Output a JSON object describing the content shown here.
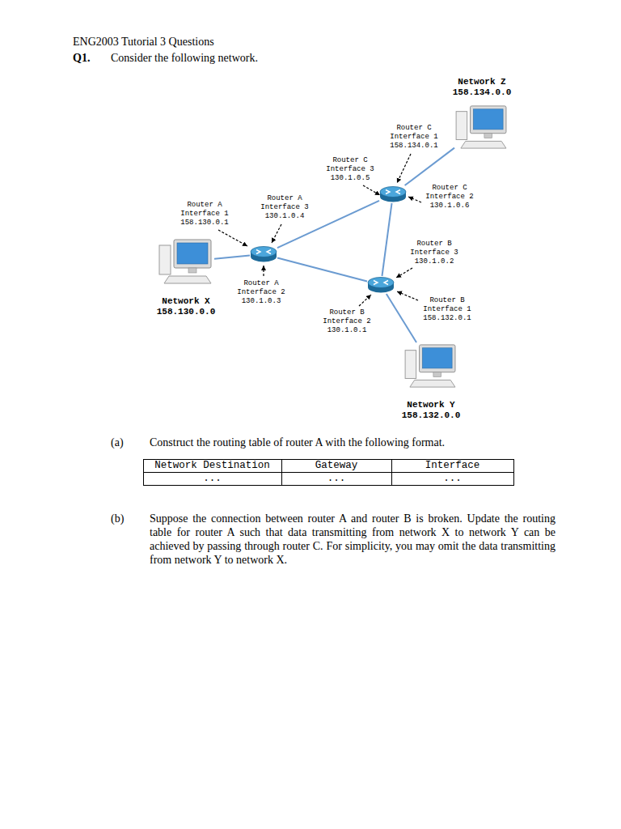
{
  "diagram": {
    "title": "ENG2003 Tutorial 3 Questions",
    "nodes": [
      {
        "text": [
          "Network Z 158.134.0.0"
        ]
      },
      {
        "text": [
          "Router C Interface 1 158.134.0.1",
          "Router C Interface 2 130.1.0.6",
          "Router C Interface 3 130.1.0.5"
        ]
      },
      {
        "text": [
          "Router A Interface 1 158.130.0.1",
          "Router A Interface 2 130.1.0.3",
          "Router A Interface 3 130.1.0.4"
        ]
      },
      {
        "text": [
          "Network X 158.130.0.0"
        ]
      },
      {
        "text": [
          "Router B Interface 1 158.132.0.1",
          "Router B Interface 2 130.1.0.1",
          "Router B Interface 3 130.1.0.2"
        ]
      },
      {
        "text": [
          "Network Y 158.132.0.0"
        ]
      }
    ],
    "edges": [
      {
        "from": 3,
        "to": 2,
        "arrow": "none"
      },
      {
        "from": 2,
        "to": 1,
        "arrow": "none"
      },
      {
        "from": 2,
        "to": 4,
        "arrow": "none"
      },
      {
        "from": 4,
        "to": 1,
        "arrow": "none"
      },
      {
        "from": 4,
        "to": 5,
        "arrow": "none"
      },
      {
        "from": 1,
        "to": 0,
        "arrow": "none"
      }
    ],
    "labels": [
      "Q1.",
      "Consider the following network.",
      "(a)",
      "Construct the routing table of router A with the following format.",
      "Network Destination",
      "Gateway",
      "Interface",
      "...",
      "...",
      "...",
      "(b)",
      "Suppose the connection between router A and router B is broken. Update the routing table for router A such that data transmitting from network X to network Y can be achieved by passing through router C. For simplicity, you may omit the data transmitting from network Y to network X."
    ]
  }
}
